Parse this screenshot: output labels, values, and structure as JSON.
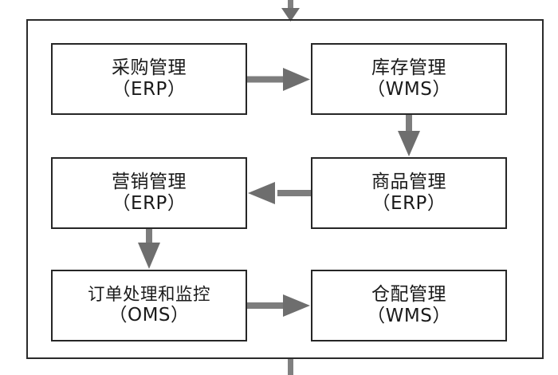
{
  "diagram": {
    "type": "flowchart",
    "orientation": "vertical-container-with-2x3-grid",
    "container": {
      "name": "outer-process-container",
      "stroke": "#2b2b2b"
    },
    "palette": {
      "box_stroke": "#262626",
      "box_fill": "#ffffff",
      "arrow_fill": "#808080",
      "text": "#1a1a1a",
      "background": "#ffffff"
    },
    "nodes": [
      {
        "id": "purchase",
        "title": "采购管理",
        "sub": "（ERP）",
        "system": "ERP",
        "row": 1,
        "col": 1
      },
      {
        "id": "inventory",
        "title": "库存管理",
        "sub": "（WMS）",
        "system": "WMS",
        "row": 1,
        "col": 2
      },
      {
        "id": "marketing",
        "title": "营销管理",
        "sub": "（ERP）",
        "system": "ERP",
        "row": 2,
        "col": 1
      },
      {
        "id": "product",
        "title": "商品管理",
        "sub": "（ERP）",
        "system": "ERP",
        "row": 2,
        "col": 2
      },
      {
        "id": "order",
        "title": "订单处理和监控",
        "sub": "（OMS）",
        "system": "OMS",
        "row": 3,
        "col": 1
      },
      {
        "id": "warehouse",
        "title": "仓配管理",
        "sub": "（WMS）",
        "system": "WMS",
        "row": 3,
        "col": 2
      }
    ],
    "connectors": [
      {
        "id": "inflow-top",
        "from": "outside-top",
        "to": "outer-process-container",
        "direction": "down",
        "label": ""
      },
      {
        "id": "purchase-to-inventory",
        "from": "purchase",
        "to": "inventory",
        "direction": "right",
        "label": ""
      },
      {
        "id": "inventory-to-product",
        "from": "inventory",
        "to": "product",
        "direction": "down",
        "label": ""
      },
      {
        "id": "product-to-marketing",
        "from": "product",
        "to": "marketing",
        "direction": "left",
        "label": ""
      },
      {
        "id": "marketing-to-order",
        "from": "marketing",
        "to": "order",
        "direction": "down",
        "label": ""
      },
      {
        "id": "order-to-warehouse",
        "from": "order",
        "to": "warehouse",
        "direction": "right",
        "label": ""
      },
      {
        "id": "outflow-bottom",
        "from": "outer-process-container",
        "to": "outside-bottom",
        "direction": "down",
        "label": ""
      }
    ]
  }
}
